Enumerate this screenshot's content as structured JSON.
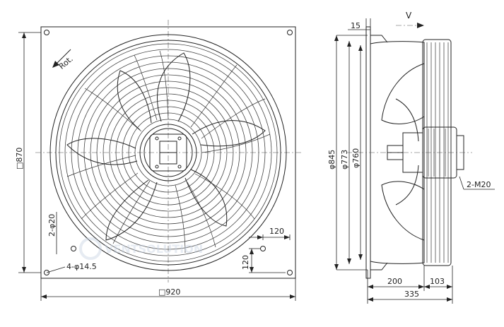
{
  "front_view": {
    "rotation_label": "Rot.",
    "square_size_label": "□920",
    "height_label": "□870",
    "hole_pattern_label": "4-φ14.5",
    "small_holes_label": "2-φ20",
    "hole_offset_x_label": "120",
    "hole_offset_y_label": "120"
  },
  "side_view": {
    "airflow_label": "V",
    "flange_label": "15",
    "dia_outer_label": "φ845",
    "dia_mid_label": "φ773",
    "dia_inner_label": "φ760",
    "gland_label": "2-M20",
    "depth_blade_label": "200",
    "depth_motor_label": "103",
    "depth_total_label": "335"
  },
  "colors": {
    "line": "#222222",
    "background": "#ffffff",
    "watermark": "#c8d3e3"
  }
}
